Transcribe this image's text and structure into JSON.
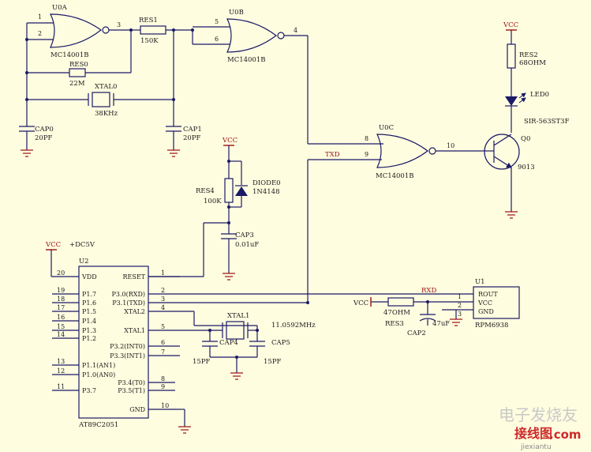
{
  "gates": {
    "u0a": {
      "ref": "U0A",
      "part": "MC14001B",
      "pins": [
        "1",
        "2",
        "3"
      ]
    },
    "u0b": {
      "ref": "U0B",
      "part": "MC14001B",
      "pins": [
        "5",
        "6",
        "4"
      ]
    },
    "u0c": {
      "ref": "U0C",
      "part": "MC14001B",
      "pins": [
        "8",
        "9",
        "10"
      ]
    }
  },
  "components": {
    "res1": {
      "ref": "RES1",
      "value": "150K"
    },
    "res0": {
      "ref": "RES0",
      "value": "22M"
    },
    "xtal0": {
      "ref": "XTAL0",
      "value": "38KHz"
    },
    "cap0": {
      "ref": "CAP0",
      "value": "20PF"
    },
    "cap1": {
      "ref": "CAP1",
      "value": "20PF"
    },
    "res2": {
      "ref": "RES2",
      "value": "68OHM"
    },
    "led0": {
      "ref": "LED0",
      "value": "SIR-563ST3F"
    },
    "q0": {
      "ref": "Q0",
      "value": "9013"
    },
    "res4": {
      "ref": "RES4",
      "value": "100K"
    },
    "diode0": {
      "ref": "DIODE0",
      "value": "1N4148"
    },
    "cap3": {
      "ref": "CAP3",
      "value": "0.01uF"
    },
    "xtal1": {
      "ref": "XTAL1",
      "value": "11.0592MHz"
    },
    "cap4": {
      "ref": "CAP4",
      "value": "15PF"
    },
    "cap5": {
      "ref": "CAP5",
      "value": "15PF"
    },
    "res3": {
      "ref": "RES3",
      "value": "47OHM"
    },
    "cap2": {
      "ref": "CAP2",
      "value": "47uF"
    }
  },
  "nets": {
    "vcc": "VCC",
    "dc5v": "+DC5V",
    "txd": "TXD",
    "rxd": "RXD"
  },
  "u2": {
    "ref": "U2",
    "part": "AT89C2051",
    "left_pins": [
      {
        "num": "20",
        "name": "VDD"
      },
      {
        "num": "19",
        "name": "P1.7"
      },
      {
        "num": "18",
        "name": "P1.6"
      },
      {
        "num": "17",
        "name": "P1.5"
      },
      {
        "num": "16",
        "name": "P1.4"
      },
      {
        "num": "15",
        "name": "P1.3"
      },
      {
        "num": "14",
        "name": "P1.2"
      },
      {
        "num": "13",
        "name": "P1.1(AN1)"
      },
      {
        "num": "12",
        "name": "P1.0(AN0)"
      },
      {
        "num": "11",
        "name": "P3.7"
      }
    ],
    "right_pins": [
      {
        "num": "1",
        "name": "RESET"
      },
      {
        "num": "2",
        "name": "P3.0(RXD)"
      },
      {
        "num": "3",
        "name": "P3.1(TXD)"
      },
      {
        "num": "4",
        "name": "XTAL2"
      },
      {
        "num": "5",
        "name": "XTAL1"
      },
      {
        "num": "6",
        "name": "P3.2(INT0)"
      },
      {
        "num": "7",
        "name": "P3.3(INT1)"
      },
      {
        "num": "8",
        "name": "P3.4(T0)"
      },
      {
        "num": "9",
        "name": "P3.5(T1)"
      },
      {
        "num": "10",
        "name": "GND"
      }
    ]
  },
  "u1": {
    "ref": "U1",
    "part": "RPM6938",
    "pins": [
      {
        "num": "1",
        "name": "ROUT"
      },
      {
        "num": "2",
        "name": "VCC"
      },
      {
        "num": "3",
        "name": "GND"
      }
    ]
  },
  "watermark": {
    "cn": "电子发烧友",
    "site": "jiexiantu",
    "domain": ".com",
    "cn2": "接线图"
  },
  "colors": {
    "background": "#fffde0",
    "wire": "#1a1a66",
    "power": "#9b1010",
    "ink": "#1a1a1a"
  }
}
